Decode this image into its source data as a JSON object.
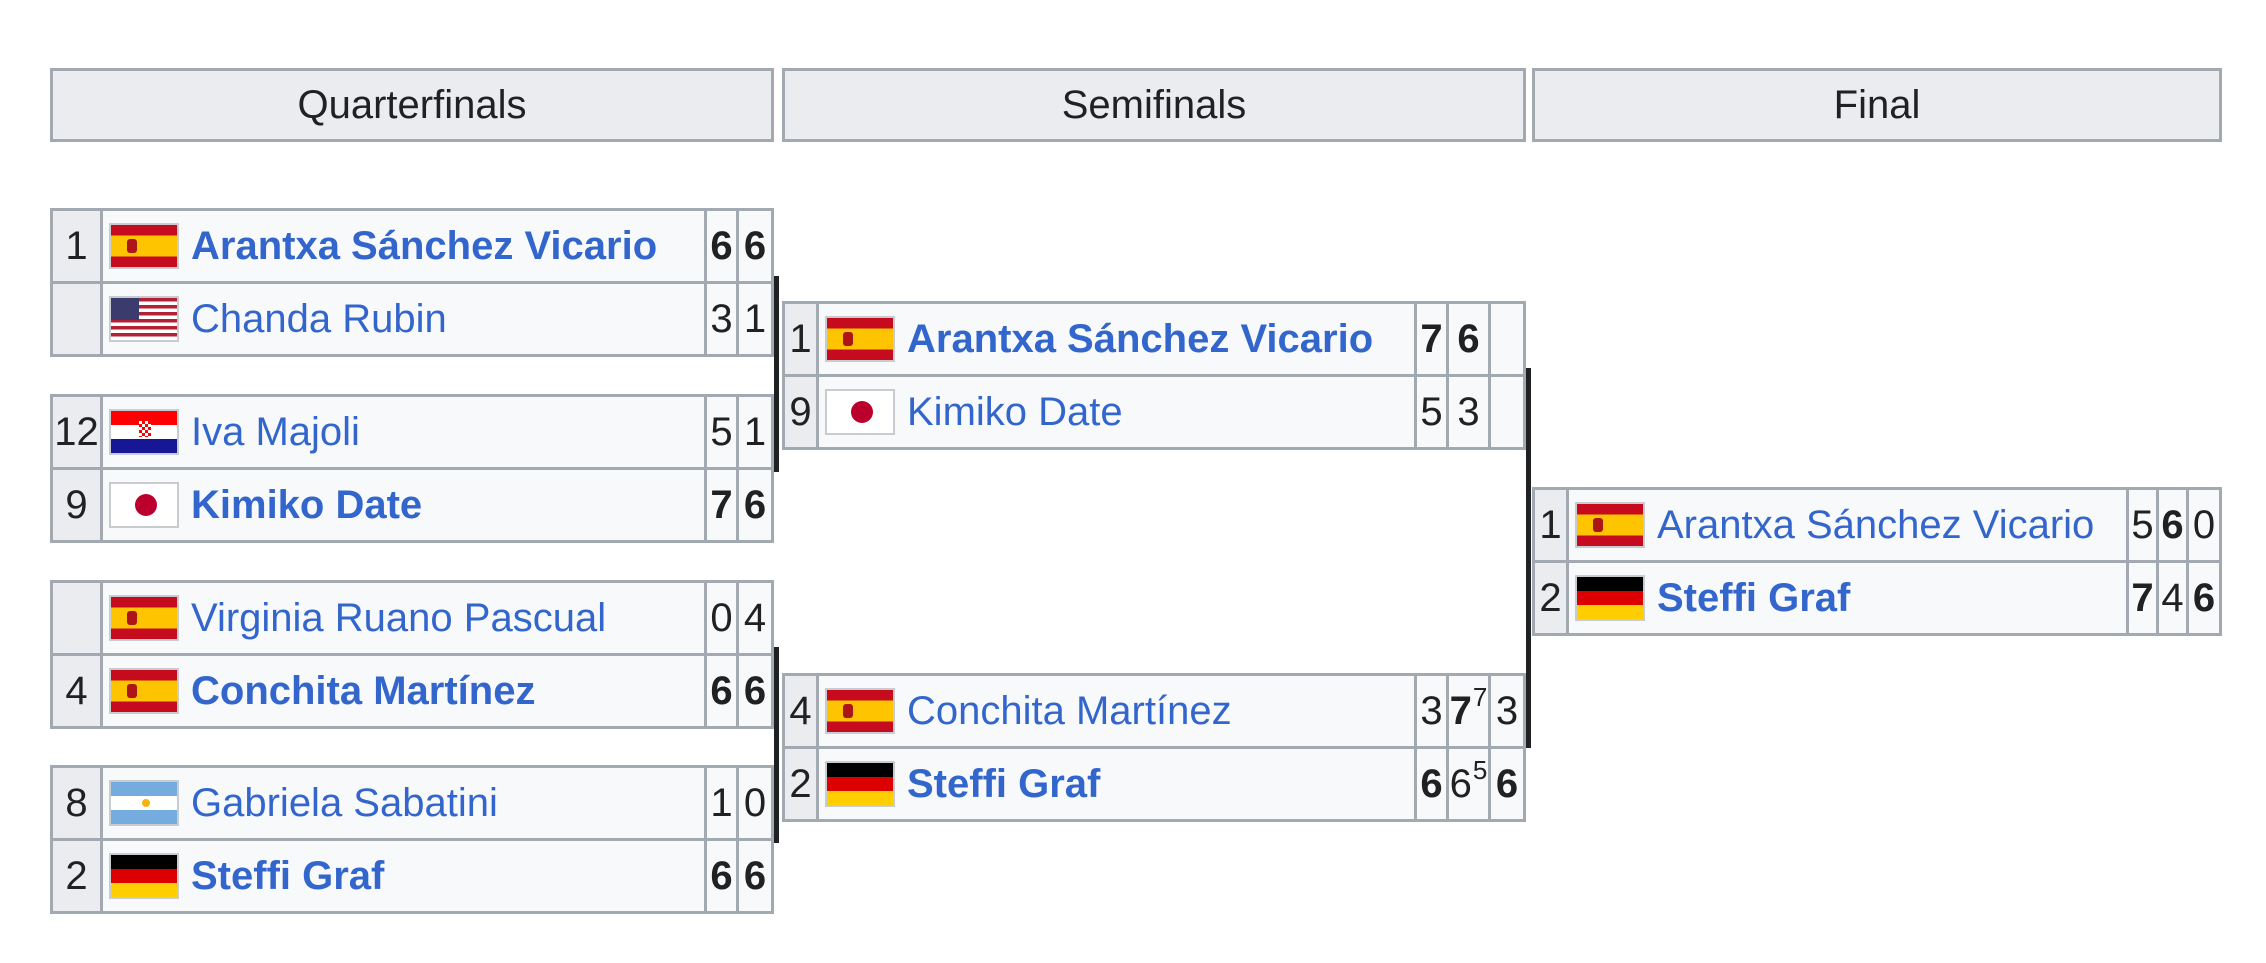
{
  "rounds": {
    "quarterfinals": "Quarterfinals",
    "semifinals": "Semifinals",
    "final": "Final"
  },
  "quarterfinals": [
    {
      "players": [
        {
          "seed": "1",
          "flag": "flag-esp",
          "name": "Arantxa Sánchez Vicario",
          "winner": true,
          "scores": [
            {
              "v": "6",
              "w": true
            },
            {
              "v": "6",
              "w": true
            }
          ]
        },
        {
          "seed": "",
          "flag": "flag-usa",
          "name": "Chanda Rubin",
          "winner": false,
          "scores": [
            {
              "v": "3",
              "w": false
            },
            {
              "v": "1",
              "w": false
            }
          ]
        }
      ]
    },
    {
      "players": [
        {
          "seed": "12",
          "flag": "flag-cro",
          "name": "Iva Majoli",
          "winner": false,
          "scores": [
            {
              "v": "5",
              "w": false
            },
            {
              "v": "1",
              "w": false
            }
          ]
        },
        {
          "seed": "9",
          "flag": "flag-jpn",
          "name": "Kimiko Date",
          "winner": true,
          "scores": [
            {
              "v": "7",
              "w": true
            },
            {
              "v": "6",
              "w": true
            }
          ]
        }
      ]
    },
    {
      "players": [
        {
          "seed": "",
          "flag": "flag-esp",
          "name": "Virginia Ruano Pascual",
          "winner": false,
          "scores": [
            {
              "v": "0",
              "w": false
            },
            {
              "v": "4",
              "w": false
            }
          ]
        },
        {
          "seed": "4",
          "flag": "flag-esp",
          "name": "Conchita Martínez",
          "winner": true,
          "scores": [
            {
              "v": "6",
              "w": true
            },
            {
              "v": "6",
              "w": true
            }
          ]
        }
      ]
    },
    {
      "players": [
        {
          "seed": "8",
          "flag": "flag-arg",
          "name": "Gabriela Sabatini",
          "winner": false,
          "scores": [
            {
              "v": "1",
              "w": false
            },
            {
              "v": "0",
              "w": false
            }
          ]
        },
        {
          "seed": "2",
          "flag": "flag-ger",
          "name": "Steffi Graf",
          "winner": true,
          "scores": [
            {
              "v": "6",
              "w": true
            },
            {
              "v": "6",
              "w": true
            }
          ]
        }
      ]
    }
  ],
  "semifinals": [
    {
      "players": [
        {
          "seed": "1",
          "flag": "flag-esp",
          "name": "Arantxa Sánchez Vicario",
          "winner": true,
          "scores": [
            {
              "v": "7",
              "w": true
            },
            {
              "v": "6",
              "w": true
            },
            {
              "v": "",
              "w": false
            }
          ]
        },
        {
          "seed": "9",
          "flag": "flag-jpn",
          "name": "Kimiko Date",
          "winner": false,
          "scores": [
            {
              "v": "5",
              "w": false
            },
            {
              "v": "3",
              "w": false
            },
            {
              "v": "",
              "w": false
            }
          ]
        }
      ]
    },
    {
      "players": [
        {
          "seed": "4",
          "flag": "flag-esp",
          "name": "Conchita Martínez",
          "winner": false,
          "scores": [
            {
              "v": "3",
              "w": false
            },
            {
              "v": "7",
              "w": true,
              "tb": "7"
            },
            {
              "v": "3",
              "w": false
            }
          ]
        },
        {
          "seed": "2",
          "flag": "flag-ger",
          "name": "Steffi Graf",
          "winner": true,
          "scores": [
            {
              "v": "6",
              "w": true
            },
            {
              "v": "6",
              "w": false,
              "tb": "5"
            },
            {
              "v": "6",
              "w": true
            }
          ]
        }
      ]
    }
  ],
  "final": [
    {
      "players": [
        {
          "seed": "1",
          "flag": "flag-esp",
          "name": "Arantxa Sánchez Vicario",
          "winner": false,
          "scores": [
            {
              "v": "5",
              "w": false
            },
            {
              "v": "6",
              "w": true
            },
            {
              "v": "0",
              "w": false
            }
          ]
        },
        {
          "seed": "2",
          "flag": "flag-ger",
          "name": "Steffi Graf",
          "winner": true,
          "scores": [
            {
              "v": "7",
              "w": true
            },
            {
              "v": "4",
              "w": false
            },
            {
              "v": "6",
              "w": true
            }
          ]
        }
      ]
    }
  ]
}
